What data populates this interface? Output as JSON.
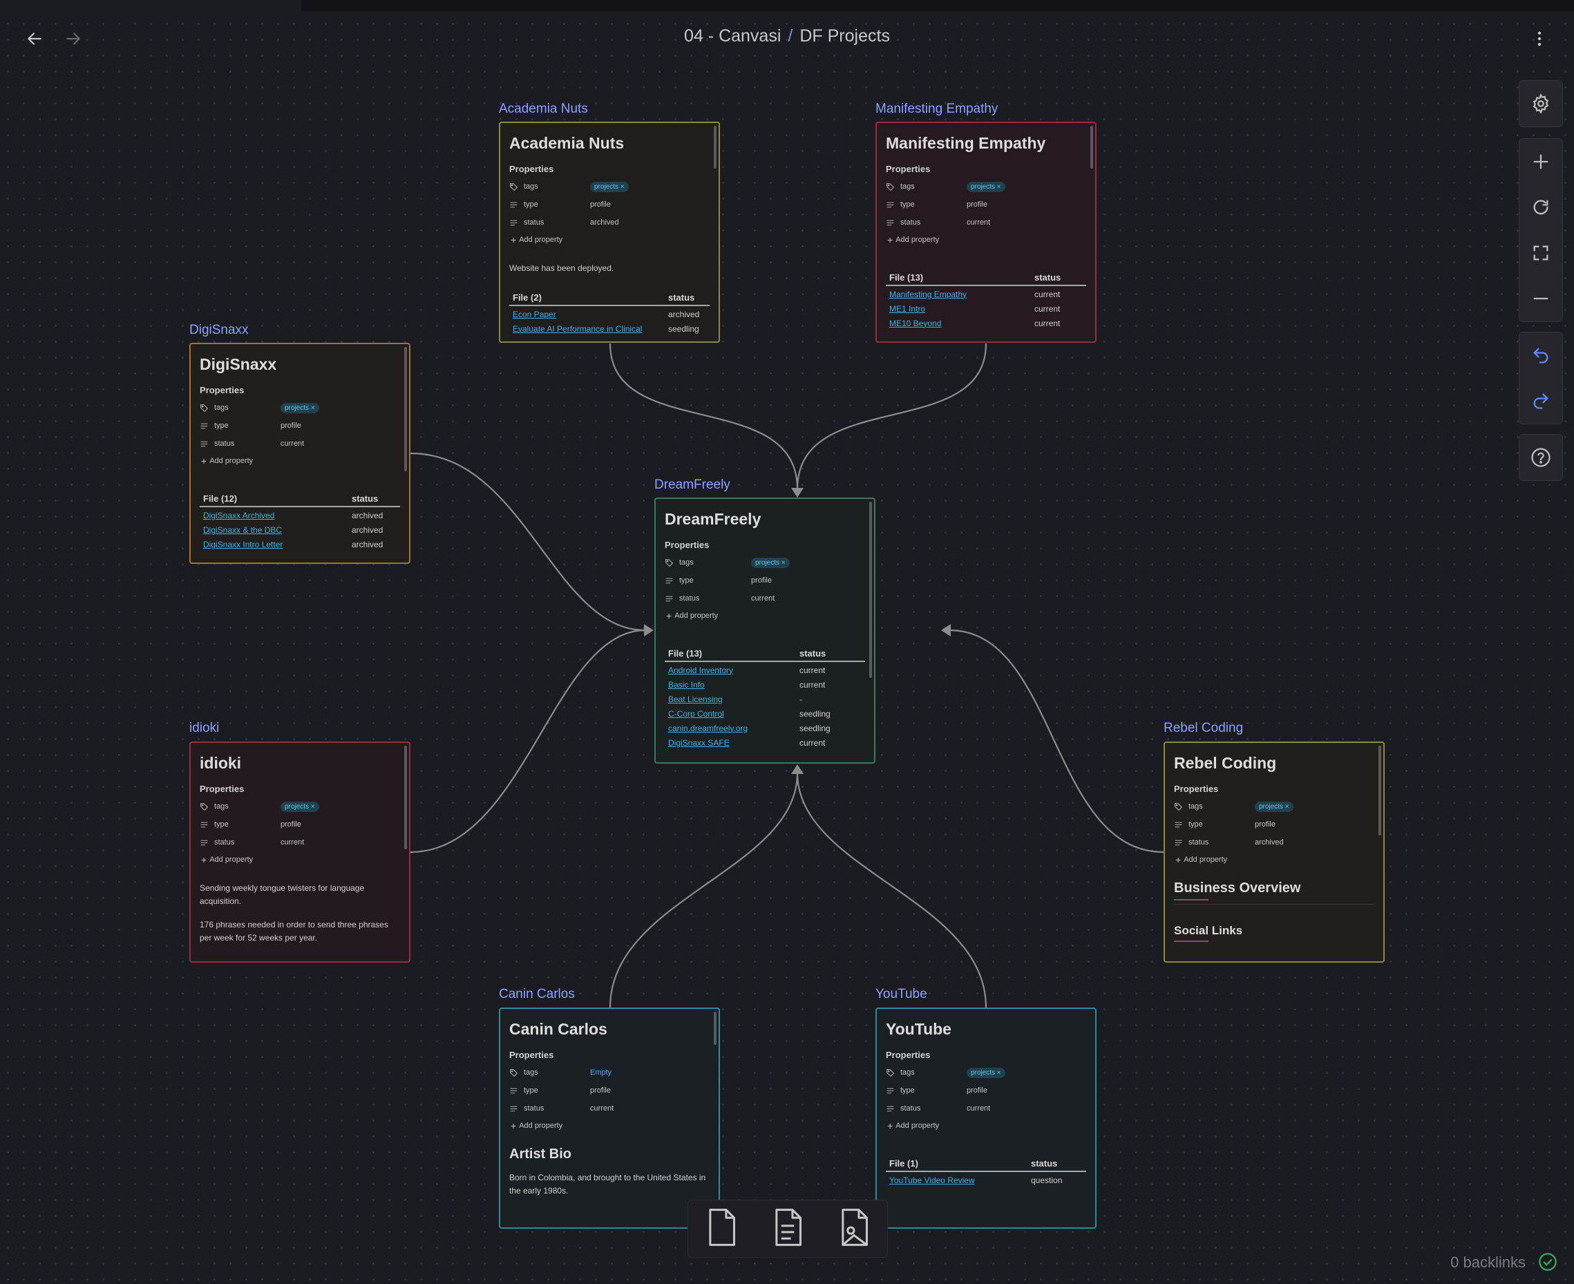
{
  "header": {
    "breadcrumb_parent": "04 - Canvasi",
    "breadcrumb_separator": "/",
    "breadcrumb_current": "DF Projects"
  },
  "labels": {
    "properties": "Properties",
    "tags": "tags",
    "type": "type",
    "status": "status",
    "add_property": "Add property",
    "status_col": "status"
  },
  "cards": {
    "academia": {
      "label": "Academia Nuts",
      "title": "Academia Nuts",
      "tag": "projects ×",
      "type": "profile",
      "status": "archived",
      "text": "Website has been deployed.",
      "file_header": "File (2)",
      "rows": [
        {
          "file": "Econ Paper",
          "status": "archived"
        },
        {
          "file": "Evaluate AI Performance in Clinical",
          "status": "seedling"
        }
      ]
    },
    "manifesting": {
      "label": "Manifesting Empathy",
      "title": "Manifesting Empathy",
      "tag": "projects ×",
      "type": "profile",
      "status": "current",
      "file_header": "File (13)",
      "rows": [
        {
          "file": "Manifesting Empathy",
          "status": "current"
        },
        {
          "file": "ME1 Intro",
          "status": "current"
        },
        {
          "file": "ME10 Beyond",
          "status": "current"
        }
      ]
    },
    "digisnaxx": {
      "label": "DigiSnaxx",
      "title": "DigiSnaxx",
      "tag": "projects ×",
      "type": "profile",
      "status": "current",
      "file_header": "File (12)",
      "rows": [
        {
          "file": "DigiSnaxx Archived",
          "status": "archived"
        },
        {
          "file": "DigiSnaxx & the DBC",
          "status": "archived"
        },
        {
          "file": "DigiSnaxx Intro Letter",
          "status": "archived"
        }
      ]
    },
    "dreamfreely": {
      "label": "DreamFreely",
      "title": "DreamFreely",
      "tag": "projects ×",
      "type": "profile",
      "status": "current",
      "file_header": "File (13)",
      "rows": [
        {
          "file": "Android Inventory",
          "status": "current"
        },
        {
          "file": "Basic Info",
          "status": "current"
        },
        {
          "file": "Beat Licensing",
          "status": "-"
        },
        {
          "file": "C-Corp Control",
          "status": "seedling"
        },
        {
          "file": "canin.dreamfreely.org",
          "status": "seedling"
        },
        {
          "file": "DigiSnaxx SAFE",
          "status": "current"
        }
      ]
    },
    "idioki": {
      "label": "idioki",
      "title": "idioki",
      "tag": "projects ×",
      "type": "profile",
      "status": "current",
      "p1": "Sending weekly tongue twisters for language acquisition.",
      "p2": "176 phrases needed in order to send three phrases per week for 52 weeks per year."
    },
    "rebel": {
      "label": "Rebel Coding",
      "title": "Rebel Coding",
      "tag": "projects ×",
      "type": "profile",
      "status": "archived",
      "h1": "Business Overview",
      "h2": "Social Links"
    },
    "canin": {
      "label": "Canin Carlos",
      "title": "Canin Carlos",
      "tag": "Empty",
      "type": "profile",
      "status": "current",
      "h1": "Artist Bio",
      "text": "Born in Colombia, and brought to the United States in the early 1980s."
    },
    "youtube": {
      "label": "YouTube",
      "title": "YouTube",
      "tag": "projects ×",
      "type": "profile",
      "status": "current",
      "file_header": "File (1)",
      "rows": [
        {
          "file": "YouTube Video Review",
          "status": "question"
        }
      ]
    }
  },
  "footer": {
    "backlinks": "0 backlinks"
  },
  "colors": {
    "background": "#1b1b22",
    "accent_label": "#8ba3ff",
    "link": "#3fb4ea",
    "card_yellow": "#8a8a3c",
    "card_red": "#9b2c3a",
    "card_orange": "#a8742a",
    "card_green": "#3d7a5c",
    "card_teal": "#2f8a9a"
  }
}
